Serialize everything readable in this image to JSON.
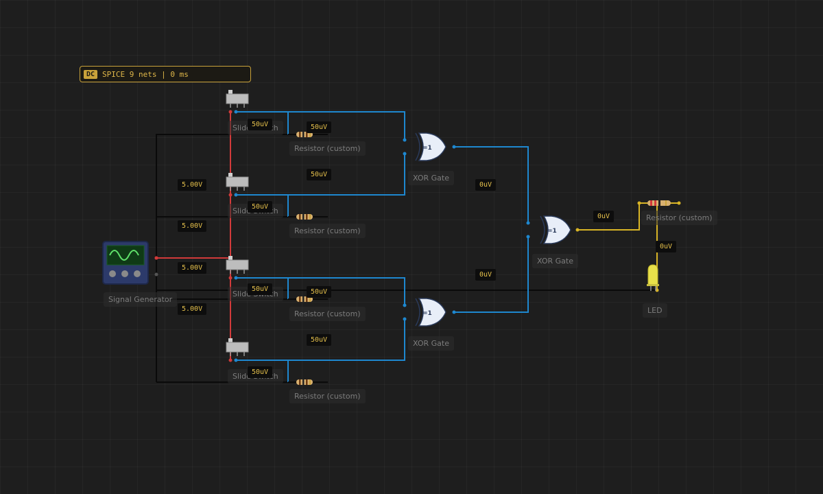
{
  "status": {
    "mode": "DC",
    "text": "SPICE 9 nets | 0 ms"
  },
  "components": {
    "slide_switch": "Slide Switch",
    "resistor": "Resistor (custom)",
    "xor_gate": "XOR Gate",
    "signal_generator": "Signal Generator",
    "led": "LED"
  },
  "voltages": {
    "sw1_out": "50uV",
    "r1_in": "50uV",
    "sw2_mid": "50uV",
    "sw2_out": "50uV",
    "sw3_out": "50uV",
    "r3_in": "50uV",
    "sw4_mid": "50uV",
    "sw4_out": "50uV",
    "rail_1": "5.00V",
    "rail_2": "5.00V",
    "rail_3": "5.00V",
    "rail_4": "5.00V",
    "xor1_out": "0uV",
    "xor2_out": "0uV",
    "xor3_out": "0uV",
    "led_net": "0uV"
  },
  "colors": {
    "wire_blue": "#1e88d0",
    "wire_red": "#d23a3a",
    "wire_black": "#0a0a0a",
    "wire_yellow": "#d9b526",
    "gate_fill": "#e8eef8",
    "label_text": "#e6c14c"
  }
}
